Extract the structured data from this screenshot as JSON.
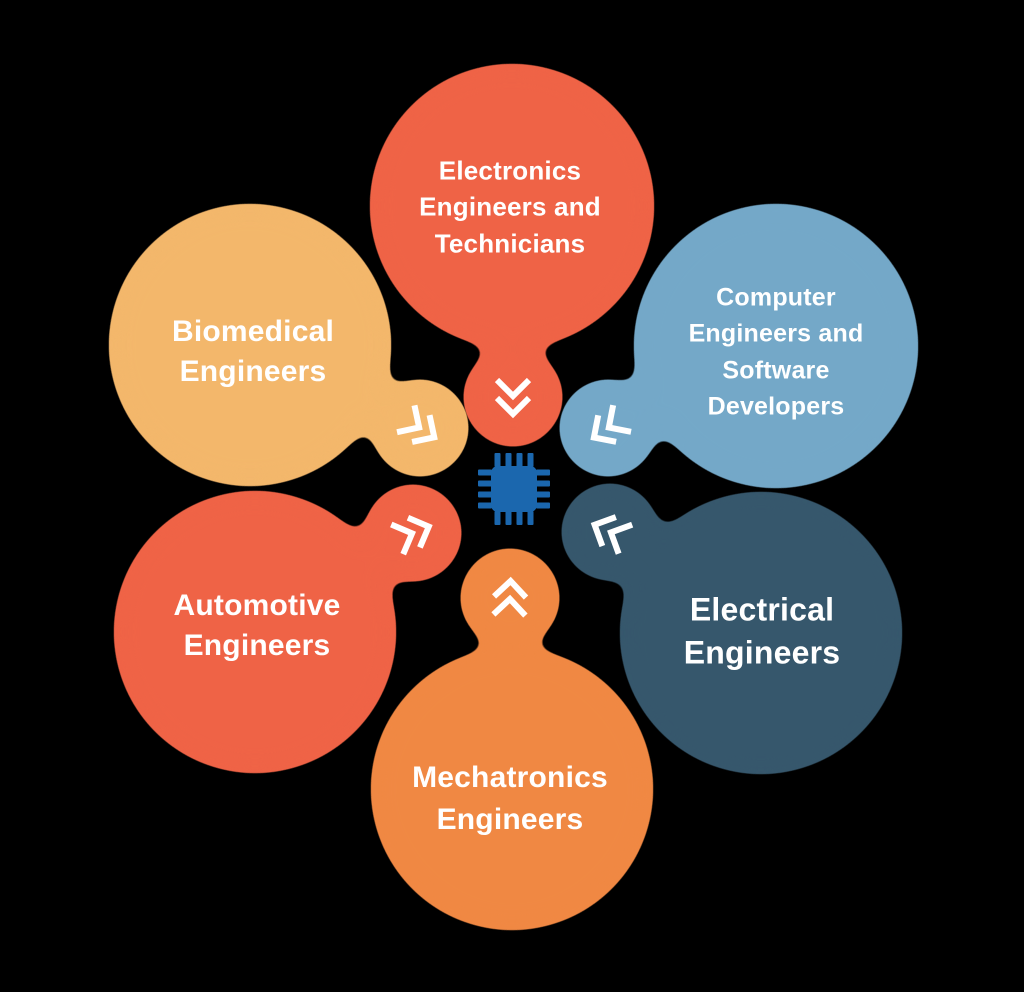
{
  "diagram": {
    "type": "hub-and-spoke-bubbles",
    "center_icon": {
      "name": "microchip-icon",
      "color": "#1B67AE"
    },
    "colors": {
      "background": "#000000",
      "text": "#FFFFFF",
      "chevron": "#FFFFFF"
    },
    "nodes": [
      {
        "id": "electronics",
        "label_lines": [
          "Electronics",
          "Engineers and",
          "Technicians"
        ],
        "color": "#EF6346"
      },
      {
        "id": "computer",
        "label_lines": [
          "Computer",
          "Engineers and",
          "Software",
          "Developers"
        ],
        "color": "#74A8C8"
      },
      {
        "id": "electrical",
        "label_lines": [
          "Electrical",
          "Engineers"
        ],
        "color": "#36576C"
      },
      {
        "id": "mechatronics",
        "label_lines": [
          "Mechatronics",
          "Engineers"
        ],
        "color": "#F08843"
      },
      {
        "id": "automotive",
        "label_lines": [
          "Automotive",
          "Engineers"
        ],
        "color": "#EF6346"
      },
      {
        "id": "biomedical",
        "label_lines": [
          "Biomedical",
          "Engineers"
        ],
        "color": "#F3B76B"
      }
    ]
  }
}
